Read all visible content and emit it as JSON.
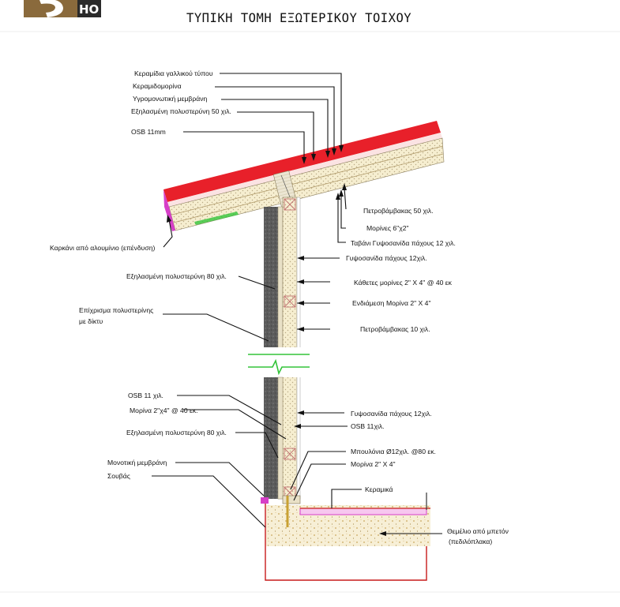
{
  "title": "ΤΥΠΙΚΗ ΤΟΜΗ ΕΞΩΤΕΡΙΚΟΥ ΤΟΙΧΟΥ",
  "logo": {
    "text": "HO"
  },
  "colors": {
    "roof_red": "#e8202a",
    "insulation_yellow": "#f6eed0",
    "plaster_gray": "#5b5b5b",
    "membrane_magenta": "#d63fc8",
    "slab_tan": "#efe3c2",
    "foundation_red": "#c71b1b",
    "break_green": "#33c43a",
    "logo_brown": "#8a6a3c"
  },
  "labels": {
    "roof_tiles": "Κεραμίδια γαλλικού τύπου",
    "tile_mortar": "Κεραμιδομορίνα",
    "moisture_membrane": "Υγρομονωτική μεμβράνη",
    "xps_50": "Εξηλασμένη πολυστερύνη 50 χιλ.",
    "osb_11mm": "OSB 11mm",
    "rockwool_50": "Πετροβάμβακας 50 χιλ.",
    "rafters": "Μορίνες 6\"χ2\"",
    "ceiling_gypsum": "Ταβάνι Γυψοσανίδα πάχους 12 χιλ.",
    "gypsum_12_top": "Γυψοσανίδα πάχους 12χιλ.",
    "aluminium_gutter": "Καρκάνι από αλουμίνιο (επένδυση)",
    "xps_80_top": "Εξηλασμένη πολυστερύνη 80 χιλ.",
    "vertical_studs": "Κάθετες μορίνες 2\" Χ 4\" @ 40 εκ",
    "intermediate_stud": "Ενδιάμεση Μορίνα 2\" Χ 4\"",
    "eps_plaster_line1": "Επίχρισμα πολυστερίνης",
    "eps_plaster_line2": "με δίκτυ",
    "rockwool_10": "Πετροβάμβακας 10 χιλ.",
    "osb_11_left": "OSB 11 χιλ.",
    "stud_left": "Μορίνα 2\"χ4\" @ 40 εκ.",
    "xps_80_bottom": "Εξηλασμένη πολυστερύνη 80 χιλ.",
    "gypsum_12_bottom": "Γυψοσανίδα πάχους 12χιλ.",
    "osb_11_right": "OSB 11χιλ.",
    "insulating_membrane": "Μονοτική μεμβράνη",
    "screed": "Σουβάς",
    "bolts": "Μπουλόνια Ø12χιλ. @80 εκ.",
    "stud_bottom": "Μορίνα 2\" Χ 4\"",
    "ceramics": "Κεραμικά",
    "foundation_line1": "Θεμέλιο από μπετόν",
    "foundation_line2": "(πεδιλόπλακα)"
  }
}
